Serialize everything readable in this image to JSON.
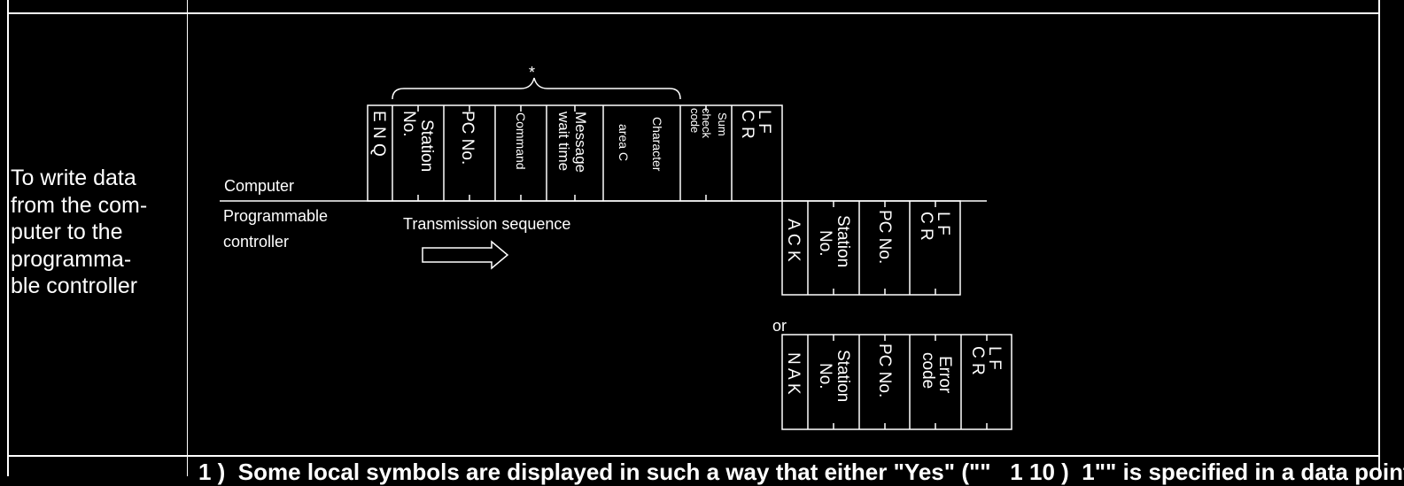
{
  "row_label": "To write data\nfrom the com-\nputer to the\nprogramma-\nble controller",
  "bottom_text": "1 )  Some local symbols are displayed in such a way that either \"Yes\" (\"\"   1 10 )  1\"\" is specified in a data point",
  "diagram": {
    "asterisk": "*",
    "computer_label": "Computer",
    "pc_label_line1": "Programmable",
    "pc_label_line2": "controller",
    "transmission_label": "Transmission sequence",
    "or_label": "or",
    "computer_frame": [
      {
        "id": "enq",
        "text": "E N Q"
      },
      {
        "id": "station-no",
        "lines": [
          "Station",
          "No."
        ]
      },
      {
        "id": "pc-no",
        "text": "PC No."
      },
      {
        "id": "command",
        "text": "Command"
      },
      {
        "id": "message-wait",
        "lines": [
          "Message",
          "wait time"
        ]
      },
      {
        "id": "character-area",
        "lines": [
          "Character",
          "area C"
        ]
      },
      {
        "id": "sum-check",
        "lines": [
          "Sum",
          "check",
          "code"
        ]
      },
      {
        "id": "lf-cr",
        "lines": [
          "L F",
          "C R"
        ]
      }
    ],
    "ack_frame": [
      {
        "id": "ack",
        "text": "A C K"
      },
      {
        "id": "station-no",
        "lines": [
          "Station",
          "No."
        ]
      },
      {
        "id": "pc-no",
        "text": "PC No."
      },
      {
        "id": "lf-cr",
        "lines": [
          "L F",
          "C R"
        ]
      }
    ],
    "nak_frame": [
      {
        "id": "nak",
        "text": "N A K"
      },
      {
        "id": "station-no",
        "lines": [
          "Station",
          "No."
        ]
      },
      {
        "id": "pc-no",
        "text": "PC No."
      },
      {
        "id": "error-code",
        "lines": [
          "Error",
          "code"
        ]
      },
      {
        "id": "lf-cr",
        "lines": [
          "L F",
          "C R"
        ]
      }
    ]
  }
}
